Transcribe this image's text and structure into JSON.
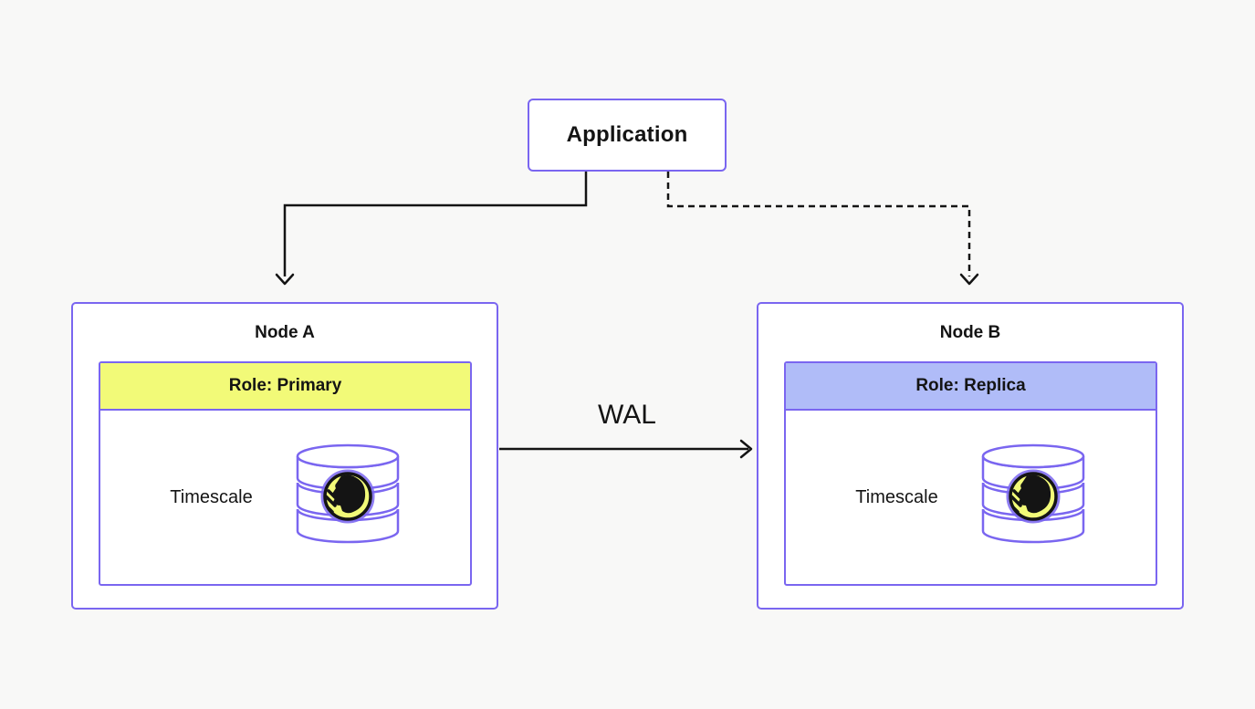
{
  "diagram": {
    "background": "#F8F8F7",
    "accent_purple": "#7A66F0",
    "line_color": "#141414",
    "logo_yellow": "#F2FA78",
    "application": {
      "label": "Application"
    },
    "wal": {
      "label": "WAL"
    },
    "nodes": [
      {
        "title": "Node A",
        "role_label": "Role: Primary",
        "role_bg": "#F2FA78",
        "db_label": "Timescale",
        "db_icon": "timescale-database-icon"
      },
      {
        "title": "Node B",
        "role_label": "Role: Replica",
        "role_bg": "#B0BCF8",
        "db_label": "Timescale",
        "db_icon": "timescale-database-icon"
      }
    ],
    "connections": [
      {
        "from": "Application",
        "to": "Node A",
        "style": "solid"
      },
      {
        "from": "Application",
        "to": "Node B",
        "style": "dashed"
      },
      {
        "from": "Node A",
        "to": "Node B",
        "style": "solid",
        "label": "WAL"
      }
    ]
  }
}
